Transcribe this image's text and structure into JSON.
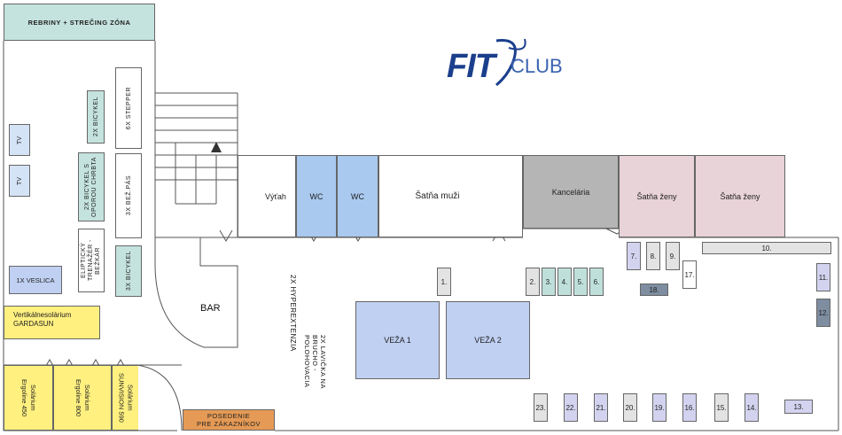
{
  "logo": {
    "fit": "FIT",
    "club": "CLUB"
  },
  "zones": {
    "stretch": "REBRINY + STREČING ZÓNA",
    "tv1": "TV",
    "tv2": "TV",
    "bikes2": "2X BICYKEL",
    "bikes_back": "2X BICYKEL S OPOROU CHRBTA",
    "elliptical": "ELIPTICKÝ TRENAŽÉR - BEŽKÁR",
    "stepper": "6X STEPPER",
    "treadmill": "3X BEŽ.PÁS",
    "bikes3": "3X BICYKEL",
    "rower": "1X VESLICA",
    "bar": "BAR",
    "hyper": "2X HYPEREXTENZIA",
    "bench": "2X LAVIČKA NA BRUCHO -POLOHOVACIA",
    "vert_solar_1": "Vertikálnesolárium",
    "vert_solar_2": "GARDASUN",
    "solar1_a": "Solárium",
    "solar1_b": "Ergoline 450",
    "solar2_a": "Solárium",
    "solar2_b": "Ergoline 800",
    "solar3_a": "Solárium",
    "solar3_b": "SUNVISION 590",
    "lounge_1": "POSEDENIE",
    "lounge_2": "PRE ZÁKAZNÍKOV",
    "lift": "Výťah",
    "wc1": "WC",
    "wc2": "WC",
    "men": "Šatňa muži",
    "office": "Kancelária",
    "women1": "Šatňa ženy",
    "women2": "Šatňa ženy",
    "tower1": "VEŽA 1",
    "tower2": "VEŽA 2"
  },
  "machines": {
    "m1": "1.",
    "m2": "2.",
    "m3": "3.",
    "m4": "4.",
    "m5": "5.",
    "m6": "6.",
    "m7": "7.",
    "m8": "8.",
    "m9": "9.",
    "m10": "10.",
    "m11": "11.",
    "m12": "12.",
    "m13": "13.",
    "m14": "14.",
    "m15": "15.",
    "m16": "16.",
    "m17": "17.",
    "m18": "18.",
    "m19": "19.",
    "m20": "20.",
    "m21": "21.",
    "m22": "22.",
    "m23": "23."
  },
  "colors": {
    "stretch": "#c5e3de",
    "teal": "#bfe0da",
    "bike_blue": "#d5e3f7",
    "wc": "#a9c9ef",
    "office": "#b5b5b5",
    "women": "#e8d3d8",
    "tower": "#c0d0f2",
    "solar": "#fff080",
    "lounge": "#e59a55",
    "purple": "#d3d3f0",
    "slate": "#7e8da0",
    "logo": "#1b3f8c"
  }
}
